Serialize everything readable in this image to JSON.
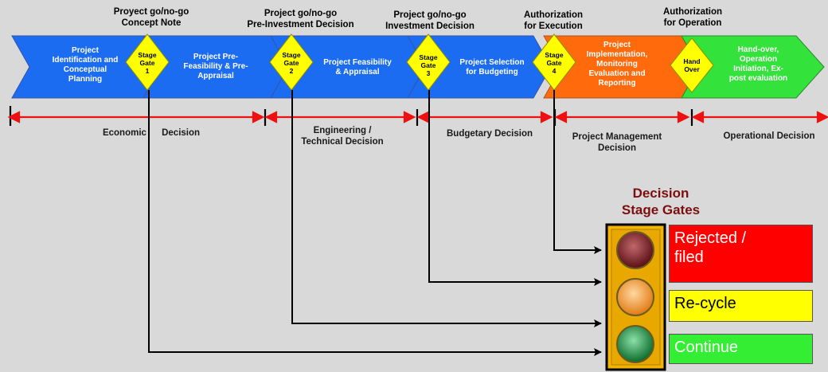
{
  "headers": [
    {
      "text": "Proyect go/no-go\nConcept Note"
    },
    {
      "text": "Project go/no-go\nPre-Investment Decision"
    },
    {
      "text": "Project go/no-go\nInvestment Decision"
    },
    {
      "text": "Authorization\nfor Execution"
    },
    {
      "text": "Authorization\nfor Operation"
    }
  ],
  "phases": [
    {
      "label": "Project\nIdentification and\nConceptual\nPlanning",
      "color": "#1c6cf2",
      "text_color": "#ffffff"
    },
    {
      "label": "Project Pre-\nFeasibility & Pre-\nAppraisal",
      "color": "#1c6cf2",
      "text_color": "#ffffff"
    },
    {
      "label": "Project Feasibility\n& Appraisal",
      "color": "#1c6cf2",
      "text_color": "#ffffff"
    },
    {
      "label": "Project Selection\nfor Budgeting",
      "color": "#1c6cf2",
      "text_color": "#ffffff"
    },
    {
      "label": "Project\nImplementation,\nMonitoring\nEvaluation and\nReporting",
      "color": "#ff6a0d",
      "text_color": "#ffffff"
    },
    {
      "label": "Hand-over,\nOperation\nInitiation, Ex-\npost evaluation",
      "color": "#33e23a",
      "text_color": "#ffffff"
    }
  ],
  "gates": [
    {
      "label": "Stage\nGate\n1"
    },
    {
      "label": "Stage\nGate\n2"
    },
    {
      "label": "Stage\nGate\n3"
    },
    {
      "label": "Stage\nGate\n4"
    },
    {
      "label": "Hand\nOver"
    }
  ],
  "decisions": [
    {
      "text": "Economic      Decision"
    },
    {
      "text": "Engineering /\nTechnical Decision"
    },
    {
      "text": "Budgetary Decision"
    },
    {
      "text": "Project Management\nDecision"
    },
    {
      "text": "Operational Decision"
    }
  ],
  "legend": {
    "title": "Decision\nStage Gates",
    "outcomes": [
      {
        "label": "Rejected /\nfiled",
        "color": "#ff0000",
        "light": "red"
      },
      {
        "label": "Re-cycle",
        "color": "#ffff00",
        "light": "amber"
      },
      {
        "label": "Continue",
        "color": "#33ee33",
        "light": "green"
      }
    ]
  },
  "colors": {
    "arrow": "#ee1111",
    "connector": "#000000",
    "gate": "#ffff00"
  }
}
